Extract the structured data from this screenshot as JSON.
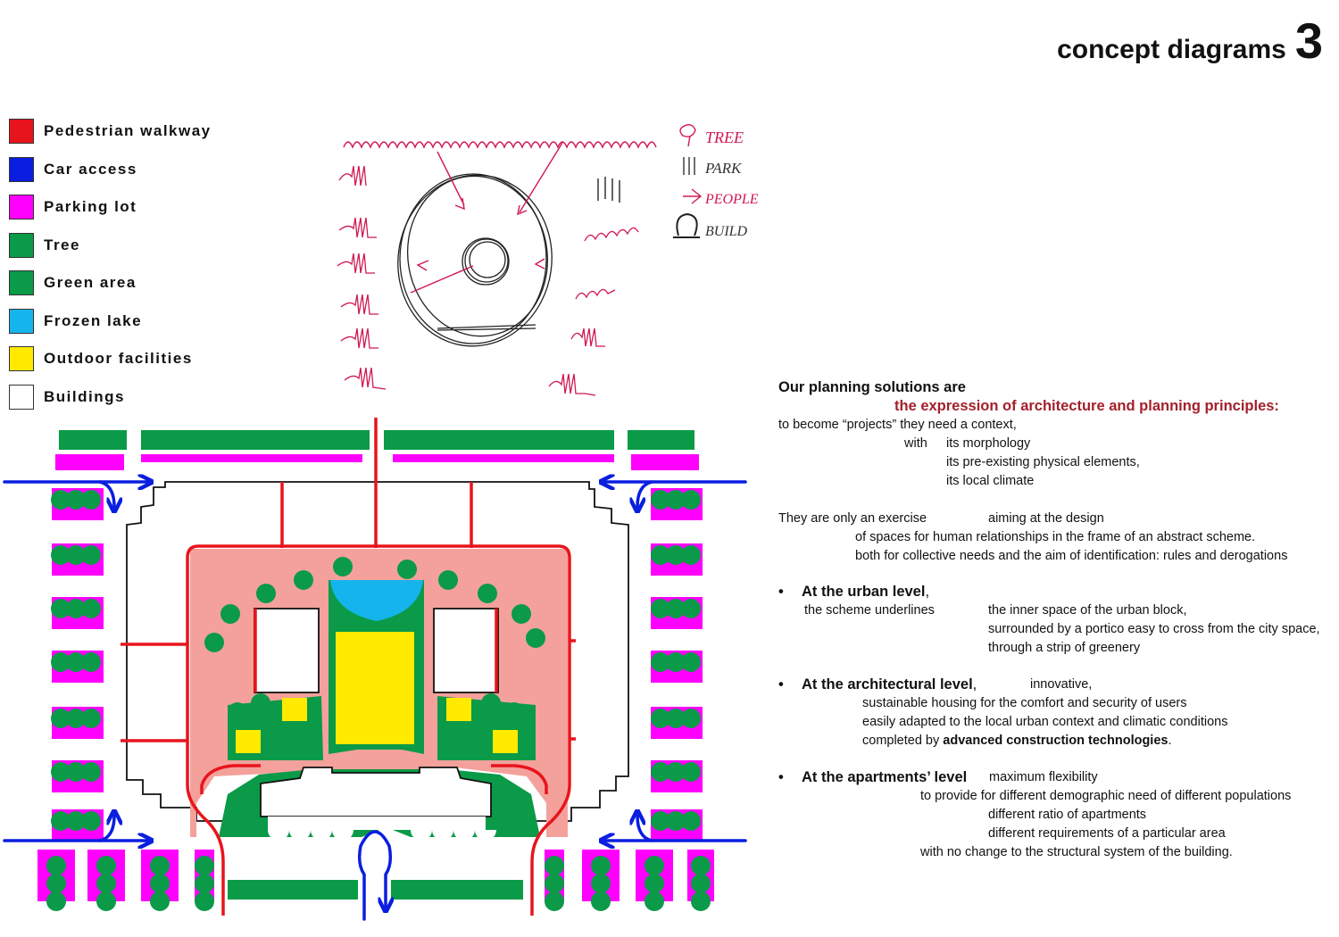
{
  "header": {
    "title": "concept diagrams",
    "number": "3"
  },
  "colors": {
    "pedestrian": "#e8141c",
    "car": "#0a1ee0",
    "parking": "#ff00ff",
    "tree": "#0a9a48",
    "green": "#0a9a48",
    "lake": "#16b4ec",
    "facilities": "#ffea00",
    "buildings": "#ffffff",
    "plaza": "#f4a19c",
    "accent_text": "#a3202c"
  },
  "legend": [
    {
      "label": "Pedestrian walkway",
      "color": "#e8141c"
    },
    {
      "label": "Car access",
      "color": "#0a1ee0"
    },
    {
      "label": "Parking lot",
      "color": "#ff00ff"
    },
    {
      "label": "Tree",
      "color": "#0a9a48"
    },
    {
      "label": "Green area",
      "color": "#0a9a48"
    },
    {
      "label": "Frozen lake",
      "color": "#16b4ec"
    },
    {
      "label": "Outdoor facilities",
      "color": "#ffea00"
    },
    {
      "label": "Buildings",
      "color": "#ffffff"
    }
  ],
  "sketch": {
    "tree": "TREE",
    "park": "PARK",
    "people": "PEOPLE",
    "build": "BUILD"
  },
  "text": {
    "l1": "Our planning solutions are",
    "l2": "the expression of architecture and planning principles:",
    "l3": "to become “projects” they need a context,",
    "l4a": "with",
    "l4b": "its morphology",
    "l5": "its pre-existing physical elements,",
    "l6": "its local climate",
    "l7a": "They are only an exercise",
    "l7b": "aiming at the design",
    "l8": "of spaces for human relationships in the frame of an abstract scheme.",
    "l9": "both for collective needs and the aim of identification: rules and derogations",
    "b1_bullet": "•",
    "b1_head": "At the urban level",
    "b1_comma": ",",
    "b1_a": "the scheme underlines",
    "b1_b": "the inner space of the urban block,",
    "b1_c": "surrounded by a portico easy to cross from the city space,",
    "b1_d": "through a strip of greenery",
    "b2_bullet": "•",
    "b2_head": "At the architectural level",
    "b2_comma": ",",
    "b2_a": "innovative,",
    "b2_b": "sustainable housing for the comfort and security of users",
    "b2_c": "easily adapted to the local urban context and climatic conditions",
    "b2_d1": "completed by ",
    "b2_d2": "advanced construction technologies",
    "b2_d3": ".",
    "b3_bullet": "•",
    "b3_head": "At the apartments’ level",
    "b3_a": "maximum flexibility",
    "b3_b": "to provide for different demographic need of different populations",
    "b3_c": "different ratio of apartments",
    "b3_d": "different requirements of a particular area",
    "b3_e": "with no change to the structural system of the building."
  }
}
